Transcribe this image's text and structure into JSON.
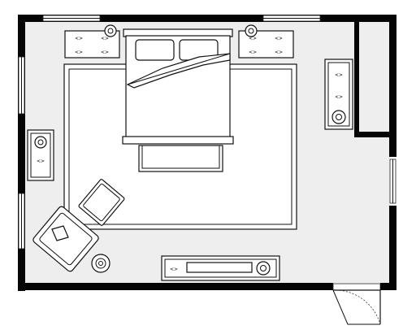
{
  "plan": {
    "colors": {
      "wall": "#050505",
      "floor": "#eeeeee",
      "furniture": "#ffffff",
      "outline": "#111111"
    },
    "items": [
      "bed",
      "nightstand-left",
      "nightstand-right",
      "area-rug",
      "bench",
      "dresser-right",
      "console-left",
      "lounge-chair",
      "ottoman",
      "side-table",
      "media-console",
      "floor-lamp",
      "closet",
      "door",
      "windows"
    ]
  }
}
